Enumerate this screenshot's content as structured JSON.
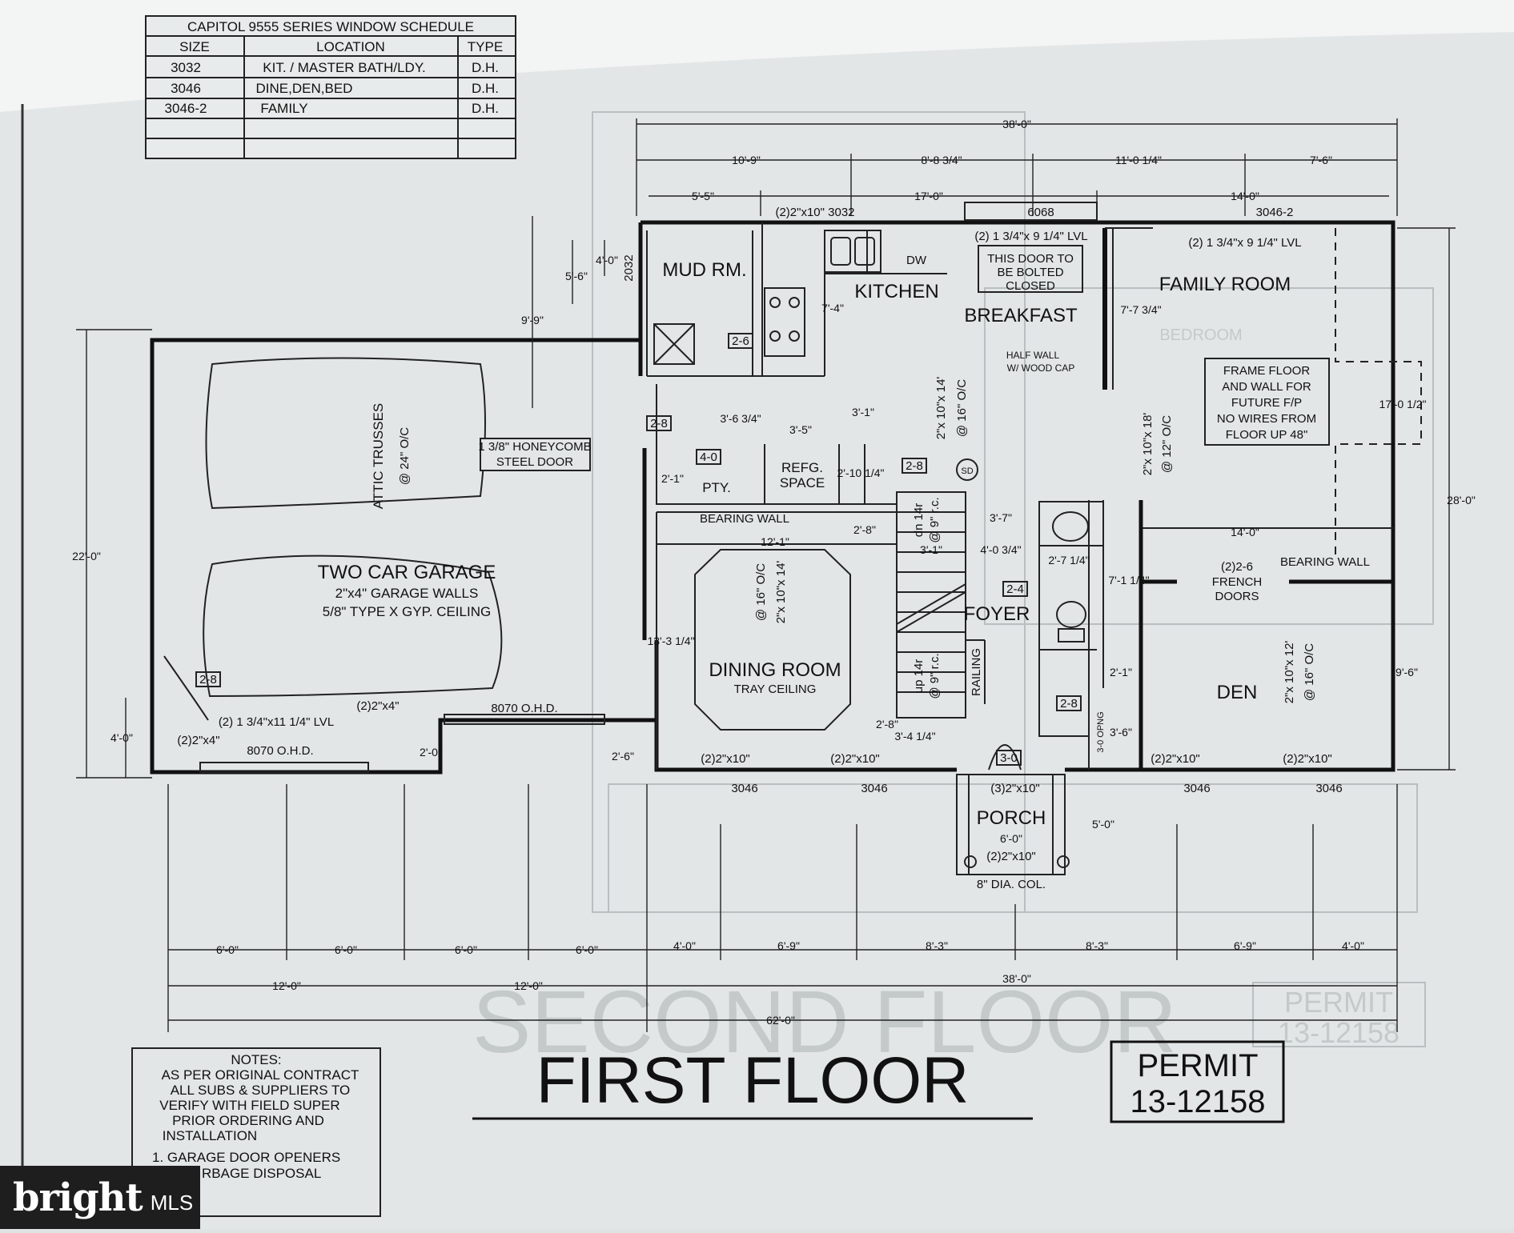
{
  "schedule": {
    "title": "CAPITOL 9555 SERIES WINDOW SCHEDULE",
    "headers": [
      "SIZE",
      "LOCATION",
      "TYPE"
    ],
    "rows": [
      [
        "3032",
        "KIT. / MASTER BATH/LDY.",
        "D.H."
      ],
      [
        "3046",
        "DINE,DEN,BED",
        "D.H."
      ],
      [
        "3046-2",
        "FAMILY",
        "D.H."
      ]
    ]
  },
  "rooms": {
    "mud": "MUD RM.",
    "kitchen": "KITCHEN",
    "breakfast": "BREAKFAST",
    "family": "FAMILY ROOM",
    "garage": "TWO CAR GARAGE",
    "dining": "DINING ROOM",
    "foyer": "FOYER",
    "den": "DEN",
    "porch": "PORCH",
    "pantry": "PTY.",
    "refg": "REFG.",
    "refg2": "SPACE"
  },
  "notes_text": {
    "dw": "DW",
    "bolted1": "THIS DOOR TO",
    "bolted2": "BE BOLTED",
    "bolted3": "CLOSED",
    "halfwall1": "HALF WALL",
    "halfwall2": "W/ WOOD CAP",
    "frame1": "FRAME FLOOR",
    "frame2": "AND WALL FOR",
    "frame3": "FUTURE F/P",
    "frame4": "NO WIRES FROM",
    "frame5": "FLOOR UP 48\"",
    "honey1": "1 3/8\" HONEYCOMB",
    "honey2": "STEEL DOOR",
    "attic1": "ATTIC TRUSSES",
    "attic2": "@ 24\" O/C",
    "garage_walls": "2\"x4\" GARAGE WALLS",
    "garage_ceiling": "5/8\" TYPE X GYP. CEILING",
    "tray": "TRAY CEILING",
    "bearing1": "BEARING WALL",
    "bearing2": "BEARING WALL",
    "french1": "(2)2-6",
    "french2": "FRENCH",
    "french3": "DOORS",
    "railing": "RAILING",
    "sd": "SD",
    "col": "8\" DIA. COL.",
    "opng": "3-0 OPNG",
    "dn": "dn 14r",
    "up": "up 14r",
    "rc1": "@ 9\" r.c.",
    "rc2": "@ 9\" r.c."
  },
  "headers_text": {
    "h1": "(2)2\"x10\" 3032",
    "h2": "6068",
    "h3": "3046-2",
    "h4": "(2) 1 3/4\"x 9 1/4\" LVL",
    "h5": "(2) 1 3/4\"x 9 1/4\" LVL",
    "h6": "(2) 1 3/4\"x11 1/4\" LVL",
    "h7": "(2)2\"x4\"",
    "h8": "(2)2\"x4\"",
    "h9": "8070 O.H.D.",
    "h10": "8070 O.H.D.",
    "h11": "(2)2\"x10\"",
    "h12": "(2)2\"x10\"",
    "h13": "(3)2\"x10\"",
    "h14": "(2)2\"x10\"",
    "h15": "(2)2\"x10\"",
    "h16": "(2)2\"x10\"",
    "j1": "2\"x 10\"x 14'",
    "j1b": "@ 16\" O/C",
    "j2": "2\"x 10\"x 18'",
    "j2b": "@ 12\" O/C",
    "j3": "@ 16\" O/C",
    "j3b": "2\"x 10\"x 14'",
    "j4": "2\"x 10\"x 12'",
    "j4b": "@ 16\" O/C",
    "win_2032": "2032",
    "w1": "3046",
    "w2": "3046",
    "w3": "3046",
    "w4": "3046"
  },
  "doors": {
    "d1": "2-6",
    "d2": "2-8",
    "d3": "4-0",
    "d4": "2-8",
    "d5": "2-4",
    "d6": "2-8",
    "d7": "3-0",
    "d8": "2-8"
  },
  "dims": {
    "top_overall": "38'-0\"",
    "t1": "10'-9\"",
    "t2": "8'-8 3/4\"",
    "t3": "11'-0 1/4\"",
    "t4": "7'-6\"",
    "t5": "5'-5\"",
    "t6": "17'-0\"",
    "t7": "14'-0\"",
    "l1": "4'-0\"",
    "l2": "5'-6\"",
    "l3": "9'-9\"",
    "l4": "22'-0\"",
    "l5": "4'-0\"",
    "r1": "17'-0 1/2\"",
    "r2": "28'-0\"",
    "r3": "9'-6\"",
    "i1": "7'-4\"",
    "i2": "3'-6 3/4\"",
    "i3": "3'-1\"",
    "i4": "3'-5\"",
    "i5": "2'-10 1/4\"",
    "i6": "2'-1\"",
    "i7": "12'-1\"",
    "i8": "2'-8\"",
    "i9": "3'-7\"",
    "i10": "3'-1\"",
    "i11": "4'-0 3/4\"",
    "i12": "2'-7 1/4\"",
    "i13": "14'-0\"",
    "i14": "7'-7 3/4\"",
    "i15": "7'-1 1/4\"",
    "i16": "13'-3 1/4\"",
    "i17": "2'-1\"",
    "i18": "3'-6\"",
    "i19": "2'-8\"",
    "i20": "3'-4 1/4\"",
    "i21": "2'-0\"",
    "i22": "2'-6\"",
    "i23": "6'-0\"",
    "i24": "5'-0\"",
    "b1": "6'-0\"",
    "b2": "6'-0\"",
    "b3": "6'-0\"",
    "b4": "6'-0\"",
    "b5": "4'-0\"",
    "b6": "6'-9\"",
    "b7": "8'-3\"",
    "b8": "8'-3\"",
    "b9": "6'-9\"",
    "b10": "4'-0\"",
    "c1": "12'-0\"",
    "c2": "12'-0\"",
    "c3": "38'-0\"",
    "overall": "62'-0\""
  },
  "notes": {
    "title": "NOTES:",
    "lines": [
      "AS PER ORIGINAL CONTRACT",
      "ALL SUBS & SUPPLIERS TO",
      "VERIFY WITH FIELD SUPER",
      "PRIOR ORDERING AND",
      "INSTALLATION"
    ],
    "item1": "1.   GARAGE DOOR OPENERS",
    "item2": "RBAGE DISPOSAL"
  },
  "title": "FIRST FLOOR",
  "permit": {
    "label": "PERMIT",
    "number": "13-12158"
  },
  "ghost": {
    "title": "SECOND FLOOR",
    "permit": "PERMIT",
    "permit_no": "13-12158",
    "bedroom": "BEDROOM"
  },
  "brand": {
    "word": "bright",
    "suffix": "MLS"
  }
}
